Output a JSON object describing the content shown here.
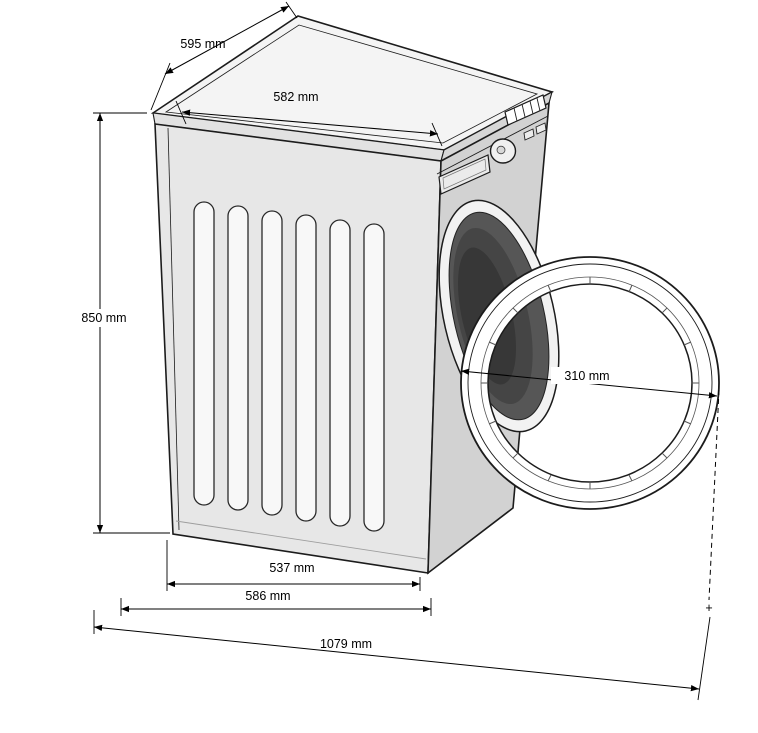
{
  "diagram": {
    "unit": "mm",
    "colors": {
      "line": "#1c1c1c",
      "top_panel": "#f4f4f4",
      "side_panel": "#e7e7e7",
      "front_panel": "#d2d2d2",
      "drum_dark": "#4a4a4a"
    },
    "dimensions": {
      "top_side": "595 mm",
      "top_front": "582 mm",
      "height": "850 mm",
      "door": "310 mm",
      "base_front": "537 mm",
      "base_total": "586 mm",
      "depth_open": "1079 mm"
    },
    "markers": {
      "plus": "+"
    }
  }
}
